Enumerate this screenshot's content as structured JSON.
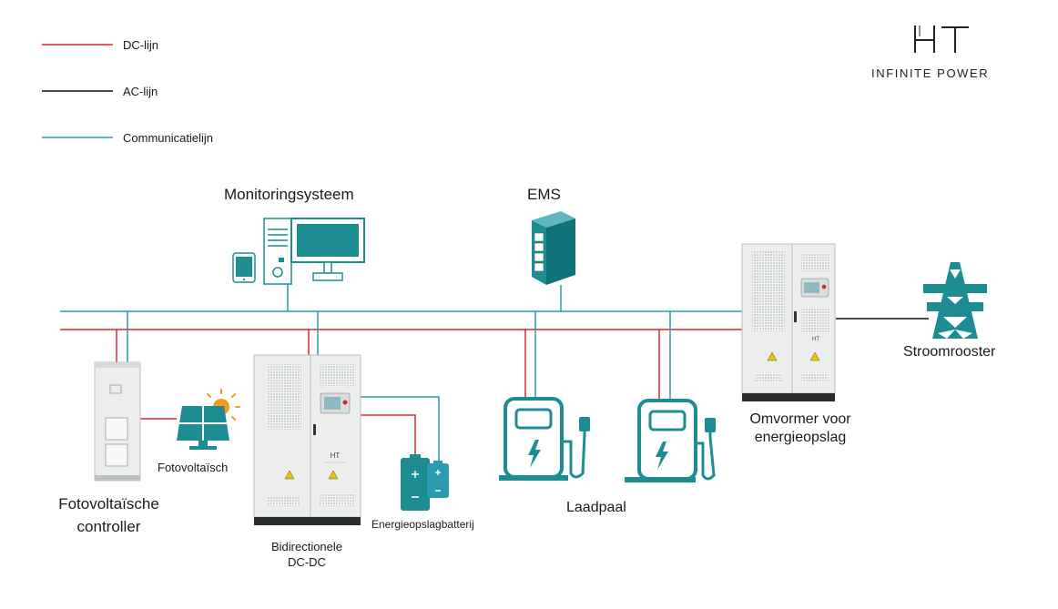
{
  "legend": {
    "dc_line": "DC-lijn",
    "ac_line": "AC-lijn",
    "communication_line": "Communicatielijn"
  },
  "brand": {
    "logo_letters": "HT",
    "tagline": "INFINITE POWER"
  },
  "nodes": {
    "monitoring": "Monitoringsysteem",
    "ems": "EMS",
    "pv_controller": "Fotovoltaïsche controller",
    "pv_controller_lines": [
      "Fotovoltaïsche",
      "controller"
    ],
    "pv_panel": "Fotovoltaïsch",
    "bidirectional_dcdc_lines": [
      "Bidirectionele",
      "DC-DC"
    ],
    "battery": "Energieopslagbatterij",
    "charging_pile": "Laadpaal",
    "storage_inverter_lines": [
      "Omvormer voor",
      "energieopslag"
    ],
    "grid": "Stroomrooster"
  },
  "colors": {
    "dc_line": "#d9262c",
    "ac_line": "#111111",
    "communication_line": "#2a9bb0",
    "equipment_teal": "#1d8c93",
    "cabinet_body": "#eceeee"
  },
  "icons": [
    "tablet-icon",
    "desktop-computer-icon",
    "server-rack-icon",
    "solar-panel-icon",
    "sun-icon",
    "battery-icon",
    "ev-charger-icon",
    "transmission-tower-icon"
  ]
}
